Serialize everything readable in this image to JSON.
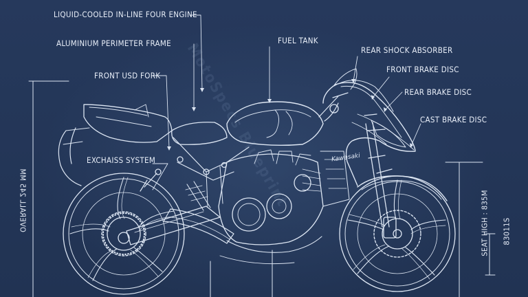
{
  "labels": {
    "engine": "LIQUID-COOLED IN-LINE FOUR ENGINE",
    "frame": "ALUMINIUM PERIMETER FRAME",
    "fuel_tank": "FUEL TANK",
    "rear_shock": "REAR SHOCK ABSORBER",
    "front_brake": "FRONT BRAKE DISC",
    "rear_brake": "REAR BRAKE DISC",
    "cast_brake": "CAST BRAKE DISC",
    "front_fork": "FRONT USD FORK",
    "exhaust": "EXCHAISS SYSTEM"
  },
  "dimensions": {
    "overall": "OVERALL 245 MM",
    "seat_height": "SEAT HIGH : 835M",
    "seat_code": "83011S"
  },
  "tank_logo": "Kawasaki",
  "colors": {
    "background": "#24375a",
    "line": "#dde6f3"
  }
}
